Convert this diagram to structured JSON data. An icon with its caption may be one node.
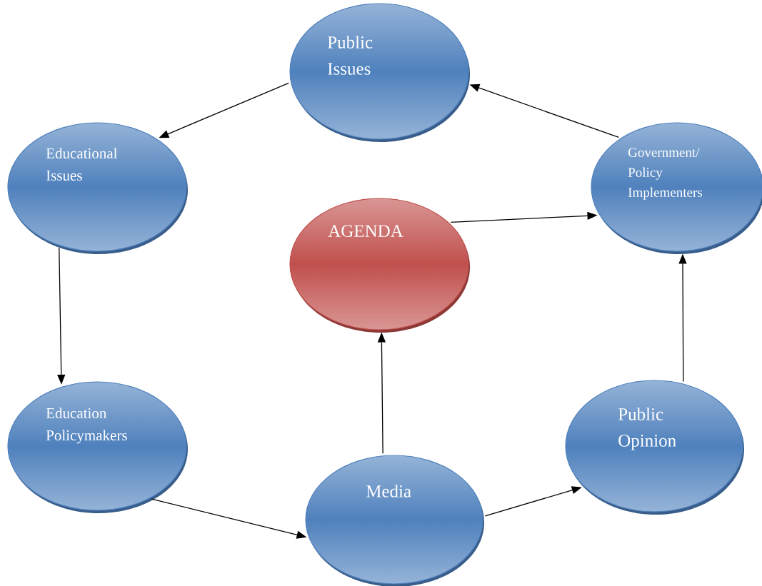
{
  "diagram": {
    "nodes": [
      {
        "text": [
          "Public Issues"
        ]
      },
      {
        "text": [
          "Educational Issues"
        ]
      },
      {
        "text": [
          "Government/ Policy Implementers"
        ]
      },
      {
        "text": [
          "AGENDA"
        ]
      },
      {
        "text": [
          "Education Policymakers"
        ]
      },
      {
        "text": [
          "Public Opinion"
        ]
      },
      {
        "text": [
          "Media"
        ]
      }
    ],
    "edges": [
      {
        "from": 0,
        "to": 1,
        "arrow": "to"
      },
      {
        "from": 1,
        "to": 4,
        "arrow": "to"
      },
      {
        "from": 4,
        "to": 6,
        "arrow": "to"
      },
      {
        "from": 6,
        "to": 3,
        "arrow": "to"
      },
      {
        "from": 6,
        "to": 5,
        "arrow": "to"
      },
      {
        "from": 5,
        "to": 2,
        "arrow": "to"
      },
      {
        "from": 2,
        "to": 0,
        "arrow": "to"
      },
      {
        "from": 3,
        "to": 2,
        "arrow": "to"
      }
    ]
  }
}
